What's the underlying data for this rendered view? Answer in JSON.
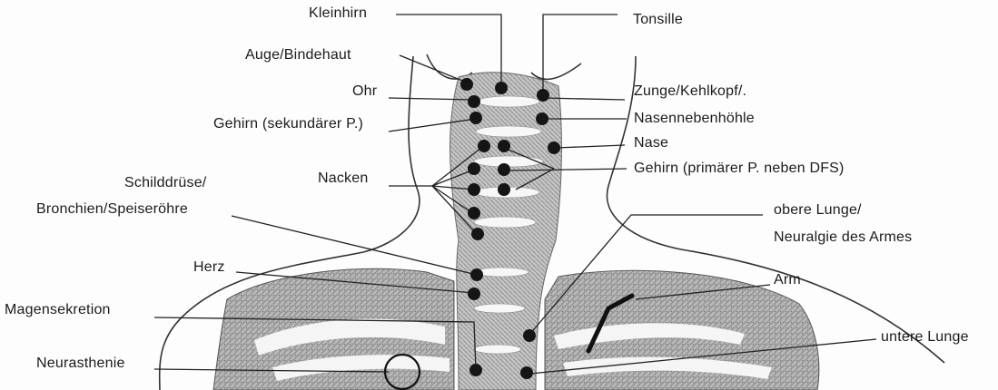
{
  "labels": {
    "kleinhirn": "Kleinhirn",
    "tonsille": "Tonsille",
    "auge": "Auge/Bindehaut",
    "ohr": "Ohr",
    "zunge": "Zunge/Kehlkopf/.",
    "gehirn_sek": "Gehirn (sekundärer P.)",
    "nasennebenhoehle": "Nasennebenhöhle",
    "nase": "Nase",
    "schilddruese": "Schilddrüse/",
    "nacken": "Nacken",
    "gehirn_prim": "Gehirn (primärer P. neben DFS)",
    "bronchien": "Bronchien/Speiseröhre",
    "obere_lunge": "obere Lunge/",
    "neuralgie": "Neuralgie des Armes",
    "herz": "Herz",
    "arm": "Arm",
    "magensekretion": "Magensekretion",
    "untere_lunge": "untere Lunge",
    "neurasthenie": "Neurasthenie"
  }
}
